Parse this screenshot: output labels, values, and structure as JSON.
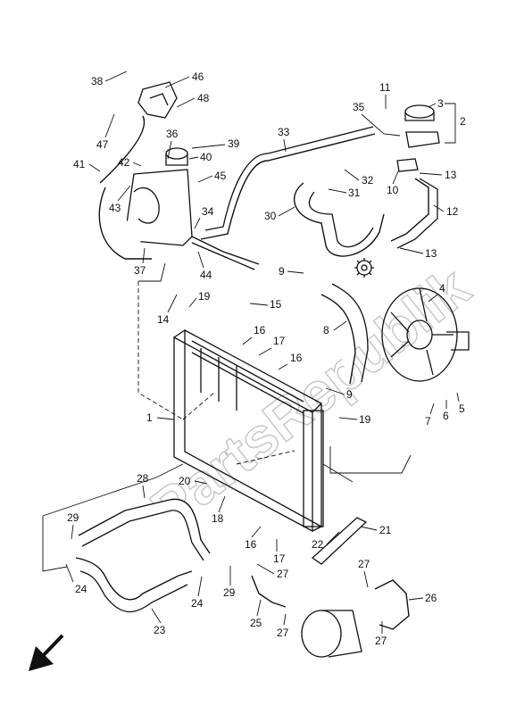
{
  "watermark": "PartsRepublik",
  "callouts": {
    "c1": "1",
    "c2": "2",
    "c3": "3",
    "c4": "4",
    "c5": "5",
    "c6": "6",
    "c7": "7",
    "c8": "8",
    "c9a": "9",
    "c9b": "9",
    "c10": "10",
    "c11": "11",
    "c12": "12",
    "c13a": "13",
    "c13b": "13",
    "c14": "14",
    "c15": "15",
    "c16a": "16",
    "c16b": "16",
    "c16c": "16",
    "c17a": "17",
    "c17b": "17",
    "c18": "18",
    "c19a": "19",
    "c19b": "19",
    "c20": "20",
    "c21": "21",
    "c22": "22",
    "c23": "23",
    "c24a": "24",
    "c24b": "24",
    "c25": "25",
    "c26": "26",
    "c27a": "27",
    "c27b": "27",
    "c27c": "27",
    "c27d": "27",
    "c28": "28",
    "c29a": "29",
    "c29b": "29",
    "c30": "30",
    "c31": "31",
    "c32": "32",
    "c33": "33",
    "c34": "34",
    "c35": "35",
    "c36": "36",
    "c37": "37",
    "c38": "38",
    "c39": "39",
    "c40": "40",
    "c41": "41",
    "c42": "42",
    "c43": "43",
    "c44": "44",
    "c45": "45",
    "c46": "46",
    "c47": "47",
    "c48": "48"
  },
  "icons": {
    "front_arrow": "direction-arrow-icon",
    "gear": "gear-icon"
  }
}
